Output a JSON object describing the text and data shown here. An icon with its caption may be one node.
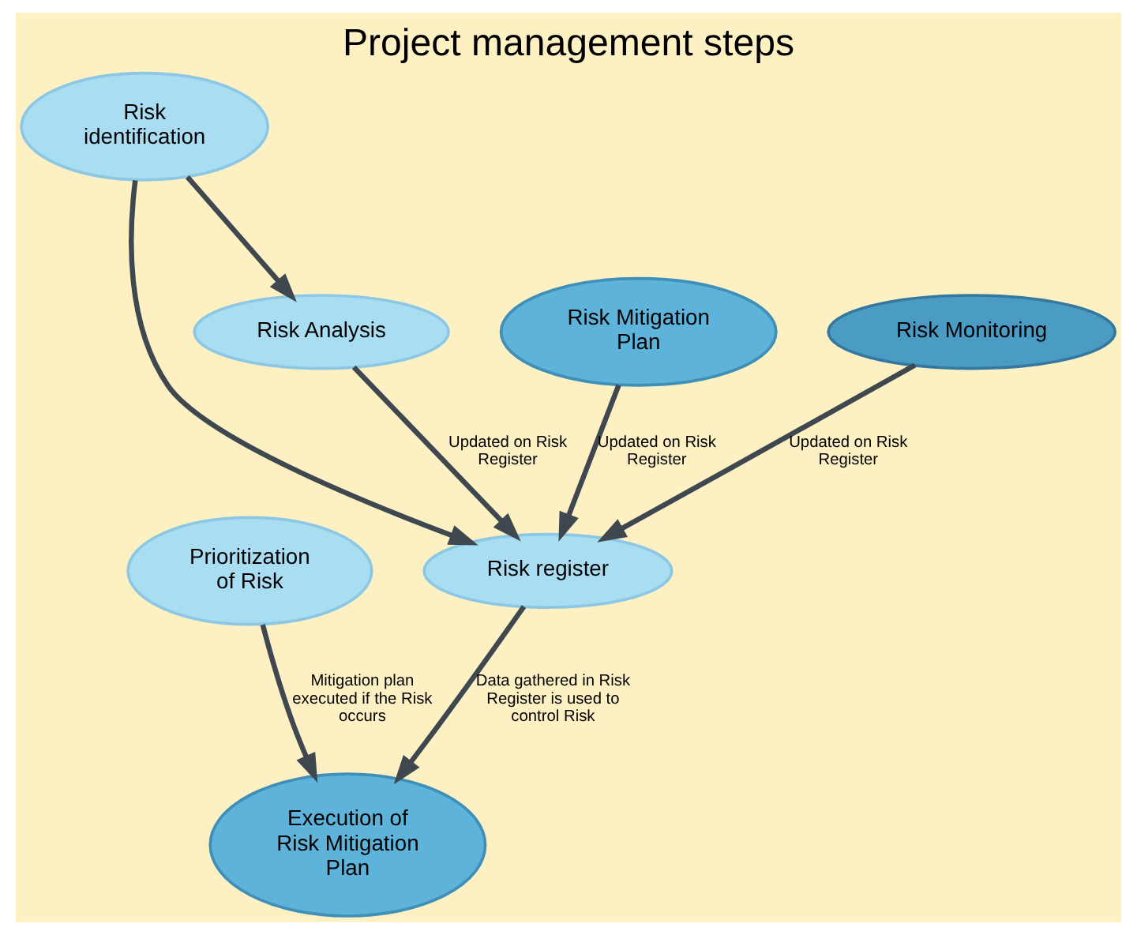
{
  "diagram": {
    "title": "Project management steps",
    "nodes": [
      {
        "text": [
          "Risk register"
        ]
      },
      {
        "text": [
          "Risk identification"
        ]
      },
      {
        "text": [
          "Risk Analysis"
        ]
      },
      {
        "text": [
          "Risk Mitigation Plan"
        ]
      },
      {
        "text": [
          "Risk Monitoring"
        ]
      },
      {
        "text": [
          "Prioritization of Risk"
        ]
      },
      {
        "text": [
          "Execution of Risk Mitigation Plan"
        ]
      }
    ],
    "edges": [
      {
        "from": 1,
        "to": 0,
        "arrow": "to"
      },
      {
        "from": 1,
        "to": 2,
        "arrow": "to"
      },
      {
        "from": 2,
        "to": 0,
        "arrow": "to",
        "label": "Updated on Risk Register"
      },
      {
        "from": 3,
        "to": 0,
        "arrow": "to",
        "label": "Updated on Risk Register"
      },
      {
        "from": 4,
        "to": 0,
        "arrow": "to",
        "label": "Updated on Risk Register"
      },
      {
        "from": 0,
        "to": 6,
        "arrow": "to",
        "label": "Data gathered in Risk Register is used to control Risk"
      },
      {
        "from": 5,
        "to": 6,
        "arrow": "to",
        "label": "Mitigation plan executed if the Risk occurs"
      }
    ]
  }
}
